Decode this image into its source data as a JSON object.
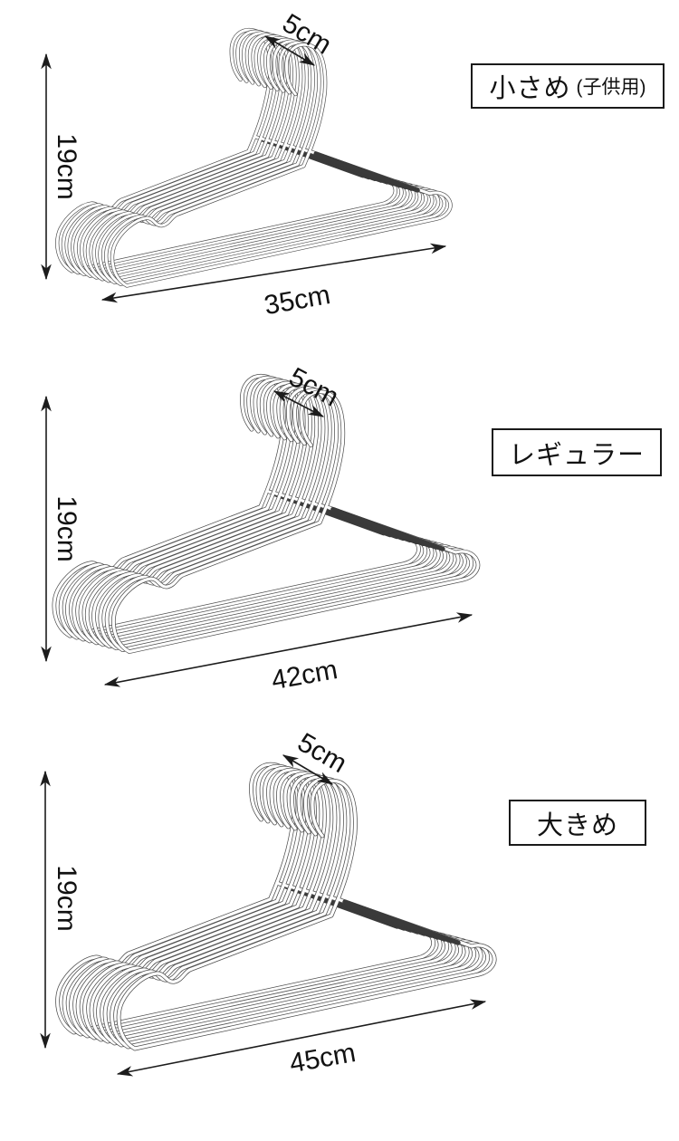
{
  "sections": [
    {
      "name": "small",
      "size_label": "小さめ",
      "size_label_note": "(子供用)",
      "hook_width": "5cm",
      "height": "19cm",
      "width": "35cm"
    },
    {
      "name": "regular",
      "size_label": "レギュラー",
      "size_label_note": "",
      "hook_width": "5cm",
      "height": "19cm",
      "width": "42cm"
    },
    {
      "name": "large",
      "size_label": "大きめ",
      "size_label_note": "",
      "hook_width": "5cm",
      "height": "19cm",
      "width": "45cm"
    }
  ],
  "colors": {
    "background": "#ffffff",
    "wire_edge": "#4d4d4d",
    "wire_body": "#ffffff",
    "grip_coating": "#3a3a3a",
    "dimension_line": "#1c1c1c",
    "label_border": "#1a1a1a",
    "text": "#111111"
  }
}
